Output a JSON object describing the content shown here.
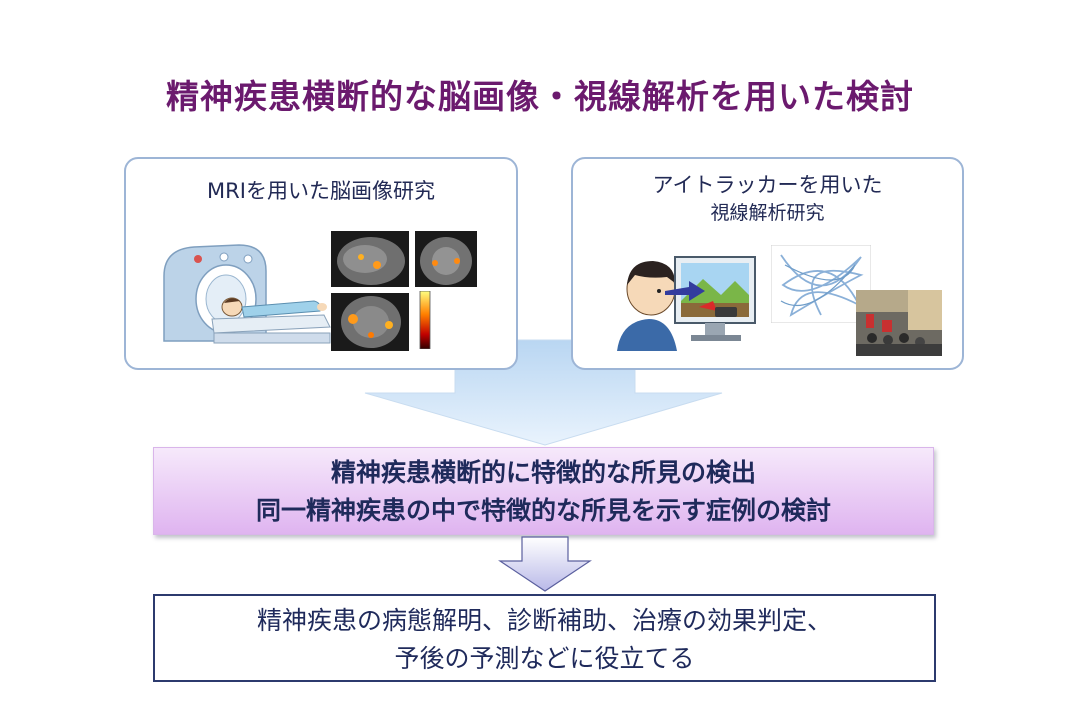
{
  "title": "精神疾患横断的な脳画像・視線解析を用いた検討",
  "panels": {
    "mri": {
      "title": "MRIを用いた脳画像研究"
    },
    "eye": {
      "title_line1": "アイトラッカーを用いた",
      "title_line2": "視線解析研究"
    }
  },
  "findings": {
    "line1": "精神疾患横断的に特徴的な所見の検出",
    "line2": "同一精神疾患の中で特徴的な所見を示す症例の検討"
  },
  "outcome": {
    "line1": "精神疾患の病態解明、診断補助、治療の効果判定、",
    "line2": "予後の予測などに役立てる"
  },
  "colors": {
    "title": "#6b1a6e",
    "panel_border": "#9db5d6",
    "findings_top": "#f6e9fb",
    "findings_bottom": "#dfb4f0",
    "outcome_border": "#2c3a6e"
  },
  "icons": [
    "mri-scanner-illustration",
    "brain-scan-images",
    "colorbar",
    "eye-tracking-illustration",
    "gaze-trajectory-plot",
    "crowd-photo"
  ]
}
